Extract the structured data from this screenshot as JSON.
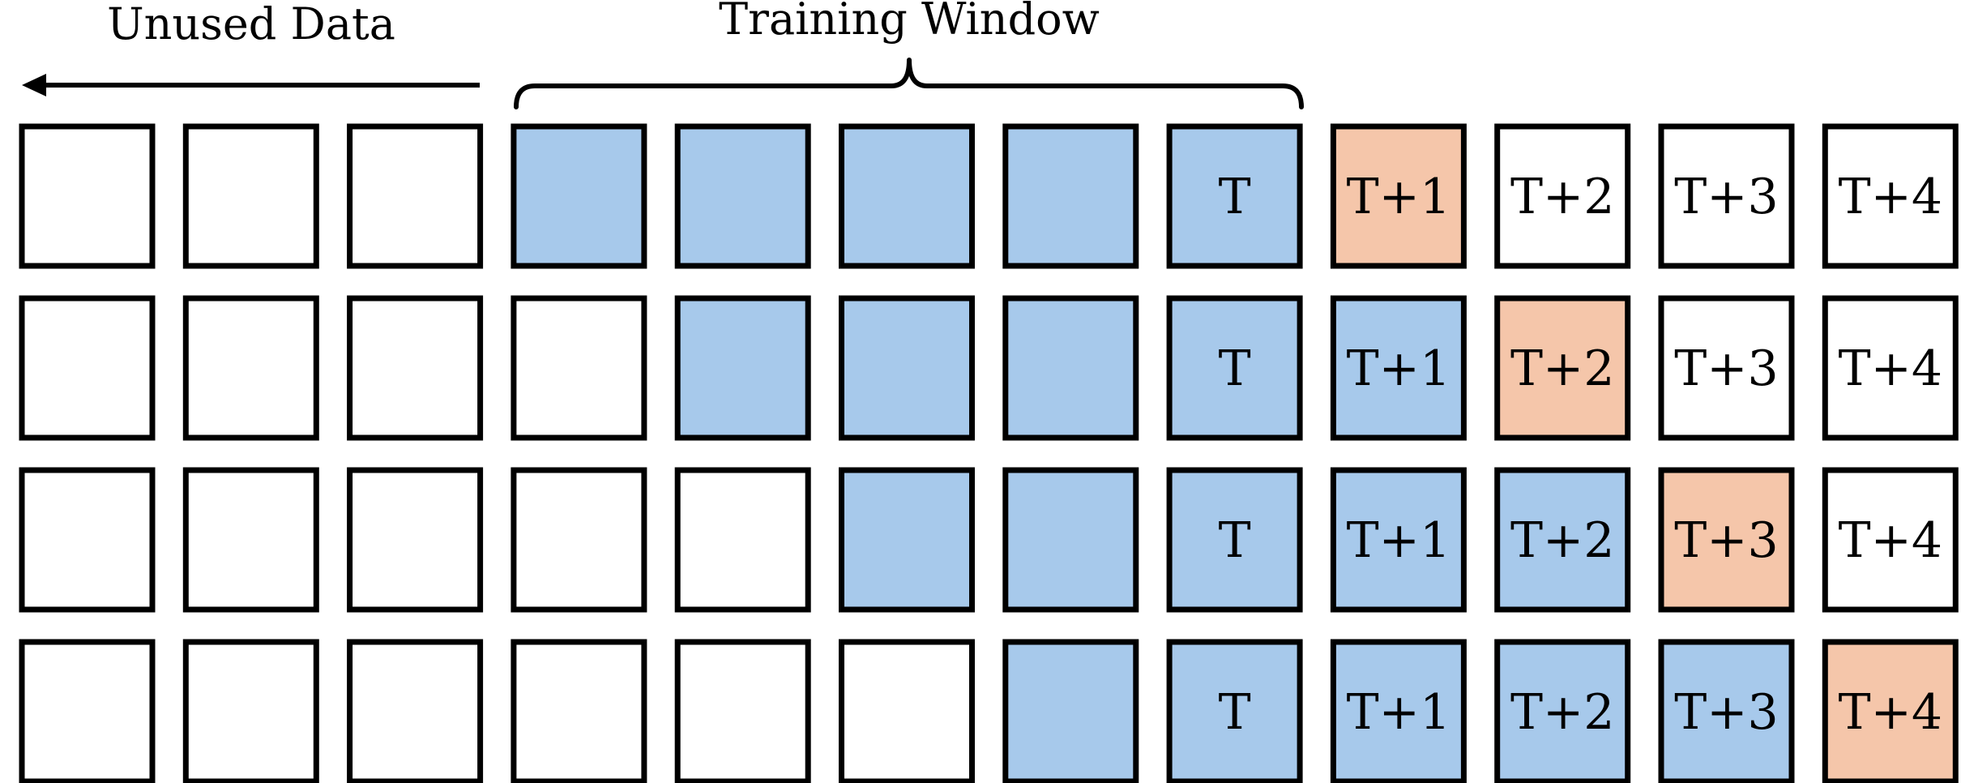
{
  "headings": {
    "unused": "Unused Data",
    "training": "Training Window"
  },
  "colors": {
    "training": "#a7c9eb",
    "target": "#f5c6aa",
    "unused": "#ffffff",
    "stroke": "#000000"
  },
  "rows": [
    {
      "cells": [
        {
          "state": "unused",
          "label": ""
        },
        {
          "state": "unused",
          "label": ""
        },
        {
          "state": "unused",
          "label": ""
        },
        {
          "state": "training",
          "label": ""
        },
        {
          "state": "training",
          "label": ""
        },
        {
          "state": "training",
          "label": ""
        },
        {
          "state": "training",
          "label": ""
        },
        {
          "state": "training",
          "label": "T"
        },
        {
          "state": "target",
          "label": "T+1"
        },
        {
          "state": "unused",
          "label": "T+2"
        },
        {
          "state": "unused",
          "label": "T+3"
        },
        {
          "state": "unused",
          "label": "T+4"
        }
      ]
    },
    {
      "cells": [
        {
          "state": "unused",
          "label": ""
        },
        {
          "state": "unused",
          "label": ""
        },
        {
          "state": "unused",
          "label": ""
        },
        {
          "state": "unused",
          "label": ""
        },
        {
          "state": "training",
          "label": ""
        },
        {
          "state": "training",
          "label": ""
        },
        {
          "state": "training",
          "label": ""
        },
        {
          "state": "training",
          "label": "T"
        },
        {
          "state": "training",
          "label": "T+1"
        },
        {
          "state": "target",
          "label": "T+2"
        },
        {
          "state": "unused",
          "label": "T+3"
        },
        {
          "state": "unused",
          "label": "T+4"
        }
      ]
    },
    {
      "cells": [
        {
          "state": "unused",
          "label": ""
        },
        {
          "state": "unused",
          "label": ""
        },
        {
          "state": "unused",
          "label": ""
        },
        {
          "state": "unused",
          "label": ""
        },
        {
          "state": "unused",
          "label": ""
        },
        {
          "state": "training",
          "label": ""
        },
        {
          "state": "training",
          "label": ""
        },
        {
          "state": "training",
          "label": "T"
        },
        {
          "state": "training",
          "label": "T+1"
        },
        {
          "state": "training",
          "label": "T+2"
        },
        {
          "state": "target",
          "label": "T+3"
        },
        {
          "state": "unused",
          "label": "T+4"
        }
      ]
    },
    {
      "cells": [
        {
          "state": "unused",
          "label": ""
        },
        {
          "state": "unused",
          "label": ""
        },
        {
          "state": "unused",
          "label": ""
        },
        {
          "state": "unused",
          "label": ""
        },
        {
          "state": "unused",
          "label": ""
        },
        {
          "state": "unused",
          "label": ""
        },
        {
          "state": "training",
          "label": ""
        },
        {
          "state": "training",
          "label": "T"
        },
        {
          "state": "training",
          "label": "T+1"
        },
        {
          "state": "training",
          "label": "T+2"
        },
        {
          "state": "training",
          "label": "T+3"
        },
        {
          "state": "target",
          "label": "T+4"
        }
      ]
    }
  ]
}
